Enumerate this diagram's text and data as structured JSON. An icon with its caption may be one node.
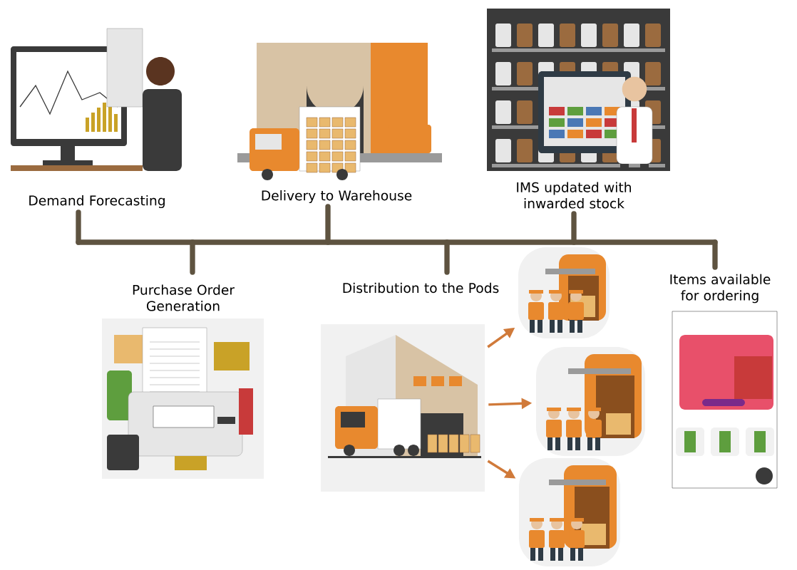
{
  "diagram": {
    "nodes": [
      {
        "text": [
          "Demand Forecasting"
        ]
      },
      {
        "text": [
          "Delivery to Warehouse"
        ]
      },
      {
        "text": [
          "IMS updated with inwarded stock"
        ]
      },
      {
        "text": [
          "Purchase Order Generation"
        ]
      },
      {
        "text": [
          "Distribution to the Pods"
        ]
      },
      {
        "text": [],
        "shape": "picture"
      },
      {
        "text": [],
        "shape": "picture"
      },
      {
        "text": [],
        "shape": "picture"
      },
      {
        "text": [
          "Items available for ordering"
        ]
      }
    ],
    "edges": [
      {
        "from": 4,
        "to": 5,
        "arrow": "to"
      },
      {
        "from": 4,
        "to": 6,
        "arrow": "to"
      },
      {
        "from": 4,
        "to": 7,
        "arrow": "to"
      }
    ]
  }
}
